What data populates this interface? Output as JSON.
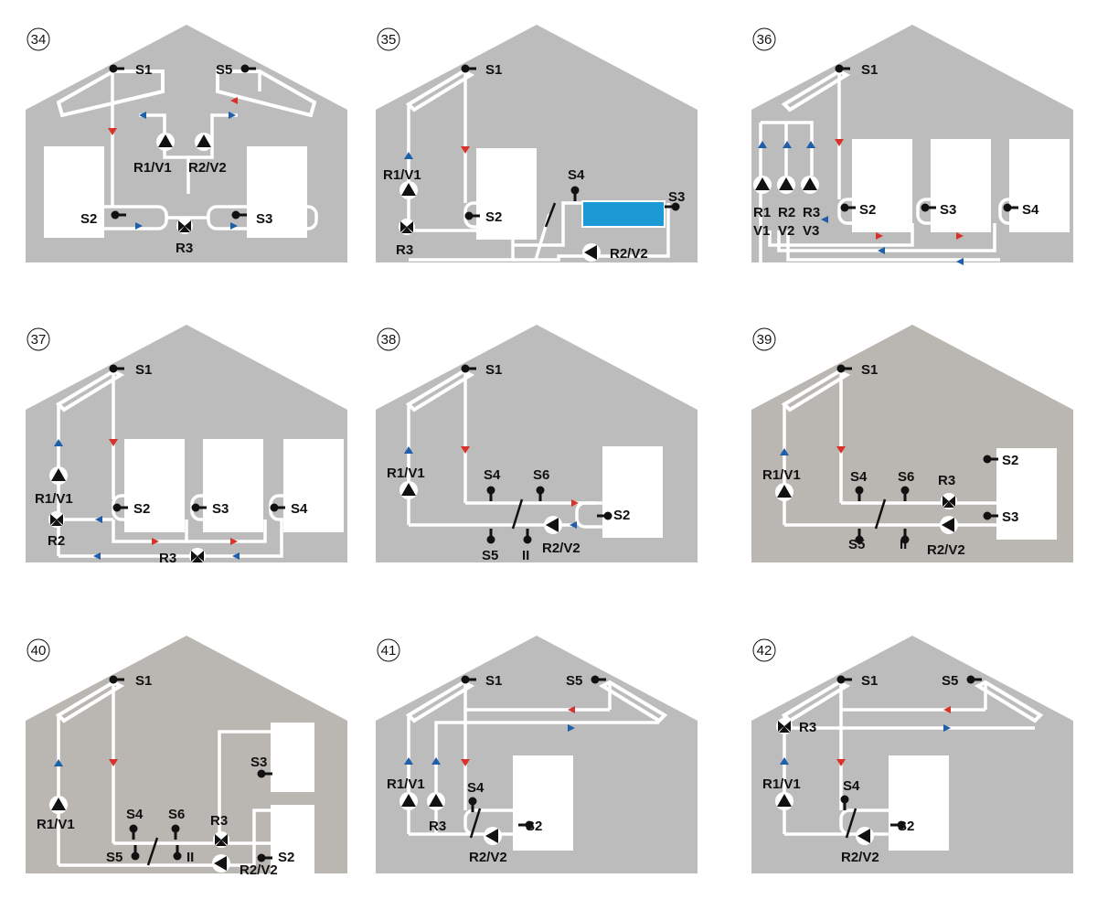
{
  "schemes": [
    {
      "number": "34",
      "labels": {
        "s1": "S1",
        "s5": "S5",
        "r1v1": "R1/V1",
        "r2v2": "R2/V2",
        "s2": "S2",
        "s3": "S3",
        "r3": "R3"
      }
    },
    {
      "number": "35",
      "labels": {
        "s1": "S1",
        "r1v1": "R1/V1",
        "s2": "S2",
        "s4": "S4",
        "s3": "S3",
        "r3": "R3",
        "r2v2": "R2/V2"
      }
    },
    {
      "number": "36",
      "labels": {
        "s1": "S1",
        "r1": "R1",
        "r2": "R2",
        "r3": "R3",
        "v1": "V1",
        "v2": "V2",
        "v3": "V3",
        "s2": "S2",
        "s3": "S3",
        "s4": "S4"
      }
    },
    {
      "number": "37",
      "labels": {
        "s1": "S1",
        "r1v1": "R1/V1",
        "r2": "R2",
        "s2": "S2",
        "s3": "S3",
        "s4": "S4",
        "r3": "R3"
      }
    },
    {
      "number": "38",
      "labels": {
        "s1": "S1",
        "r1v1": "R1/V1",
        "s4": "S4",
        "s6": "S6",
        "s2": "S2",
        "s5": "S5",
        "ii": "II",
        "r2v2": "R2/V2"
      }
    },
    {
      "number": "39",
      "labels": {
        "s1": "S1",
        "r1v1": "R1/V1",
        "s4": "S4",
        "s6": "S6",
        "r3": "R3",
        "s2": "S2",
        "s3": "S3",
        "s5": "S5",
        "ii": "II",
        "r2v2": "R2/V2"
      }
    },
    {
      "number": "40",
      "labels": {
        "s1": "S1",
        "r1v1": "R1/V1",
        "s3": "S3",
        "s4": "S4",
        "s6": "S6",
        "r3": "R3",
        "s5": "S5",
        "ii": "II",
        "s2": "S2",
        "r2v2": "R2/V2"
      }
    },
    {
      "number": "41",
      "labels": {
        "s1": "S1",
        "s5": "S5",
        "r1v1": "R1/V1",
        "r3": "R3",
        "s4": "S4",
        "s2": "S2",
        "r2v2": "R2/V2"
      }
    },
    {
      "number": "42",
      "labels": {
        "s1": "S1",
        "s5": "S5",
        "r3": "R3",
        "r1v1": "R1/V1",
        "s4": "S4",
        "s2": "S2",
        "r2v2": "R2/V2"
      }
    }
  ],
  "colors": {
    "house": "#bcbcbc",
    "houseWarm": "#bab6b2",
    "pipe": "#ffffff",
    "hot": "#d8322a",
    "cold": "#1f5ea8",
    "pool": "#1b9ad6",
    "ink": "#111111"
  }
}
